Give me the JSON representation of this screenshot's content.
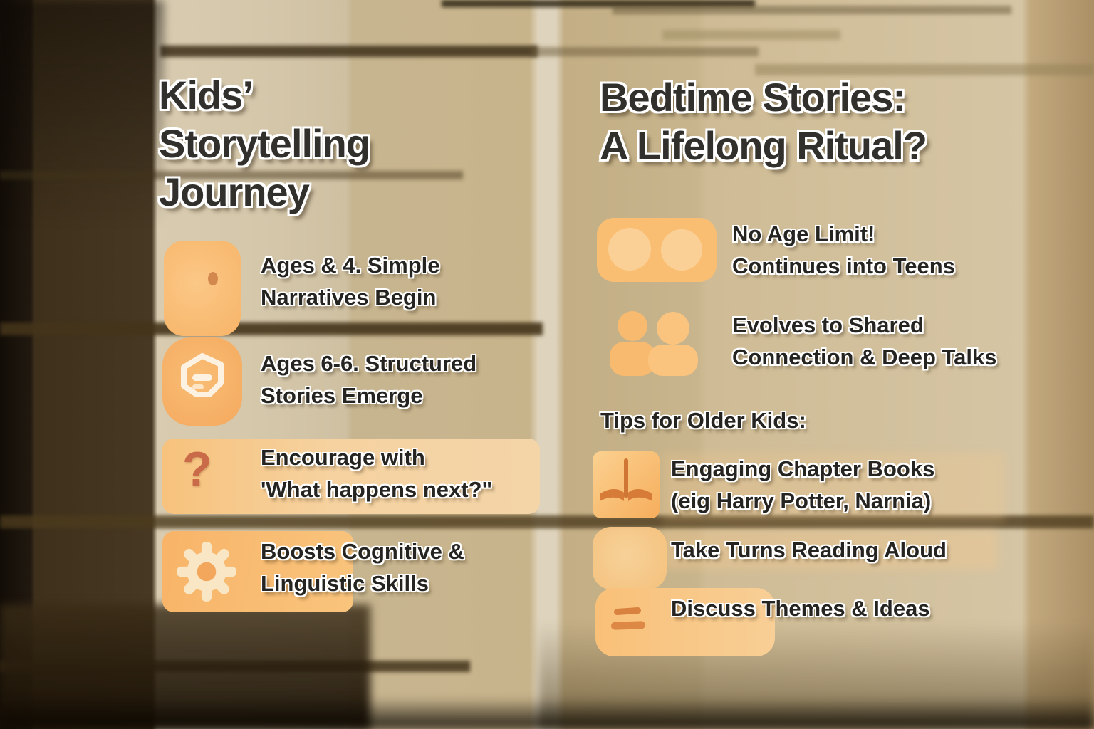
{
  "left_column": {
    "title": "Kids’\nStorytelling\nJourney",
    "items": [
      {
        "icon": "head-profile",
        "text": "Ages & 4. Simple\nNarratives Begin"
      },
      {
        "icon": "speech-bubble",
        "text": "Ages 6-6. Structured\nStories Emerge"
      },
      {
        "icon": "question-mark",
        "text": "Encourage with\n'What happens next?\""
      },
      {
        "icon": "gear",
        "text": "Boosts Cognitive &\nLinguistic Skills"
      }
    ]
  },
  "right_column": {
    "title": "Bedtime Stories:\nA Lifelong Ritual?",
    "items": [
      {
        "icon": "infinity-loop",
        "text": "No Age Limit!\nContinues into Teens"
      },
      {
        "icon": "two-people",
        "text": "Evolves to Shared\nConnection & Deep Talks"
      }
    ],
    "tips": {
      "heading": "Tips for Older Kids:",
      "items": [
        {
          "icon": "open-book",
          "text": "Engaging Chapter Books\n(eig Harry Potter, Narnia)"
        },
        {
          "icon": "reading-blob",
          "text": "Take Turns Reading Aloud"
        },
        {
          "icon": "discussion-lines",
          "text": "Discuss Themes & Ideas"
        }
      ]
    }
  },
  "icons": {
    "question_mark_glyph": "?"
  },
  "colors": {
    "accent_orange": "#f8b96b",
    "accent_orange_deep": "#d9813f",
    "question_red": "#c96a49",
    "text_dark": "#262420",
    "halo_white": "#ffffff"
  }
}
